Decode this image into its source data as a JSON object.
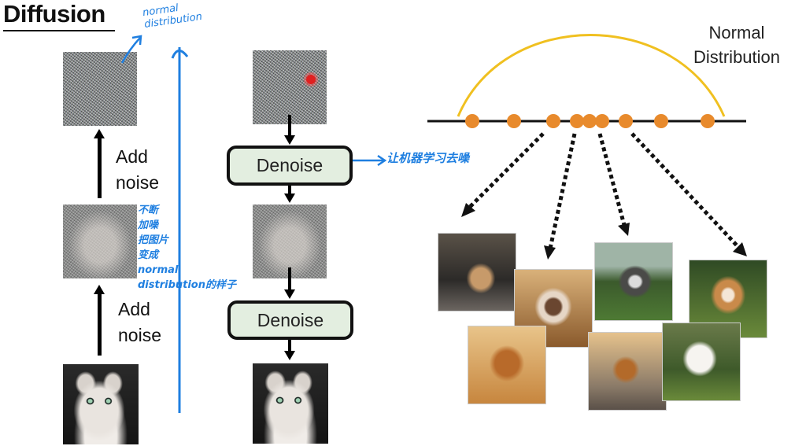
{
  "title": "Diffusion",
  "left_column": {
    "add_noise_top": [
      "Add",
      "noise"
    ],
    "add_noise_bottom": [
      "Add",
      "noise"
    ]
  },
  "middle_column": {
    "denoise_top": "Denoise",
    "denoise_bottom": "Denoise"
  },
  "right_panel": {
    "normal_distribution_label": [
      "Normal",
      "Distribution"
    ],
    "curve_color": "#f0c020",
    "dot_color": "#e88a2c",
    "dog_images": [
      "dog-running-street",
      "dog-running-dust",
      "husky-running-field",
      "dog-running-grass",
      "dog-running-dust-2",
      "dog-running-sunlit-road",
      "white-dog-running-grass"
    ]
  },
  "annotations": {
    "normal_distribution_note": [
      "normal",
      "distribution"
    ],
    "learn_denoise_note": "让机器学习去噪",
    "noise_note": [
      "不断",
      "加噪",
      "把图片",
      "变成",
      "normal",
      "distribution的样子"
    ],
    "annotation_color": "#1f7fe0"
  },
  "colors": {
    "denoise_fill": "#e3eee0",
    "accent_red": "#e02020"
  }
}
